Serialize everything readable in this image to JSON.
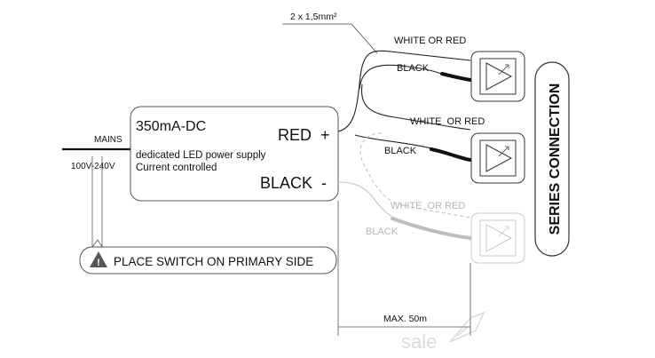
{
  "driver": {
    "current": "350mA-DC",
    "line1": "dedicated LED power supply",
    "line2": "Current controlled",
    "red_terminal": "RED  +",
    "black_terminal": "BLACK  -"
  },
  "mains": {
    "label": "MAINS",
    "voltage": "100V-240V"
  },
  "cable": {
    "spec": "2 x 1,5mm²"
  },
  "wires": {
    "led1_white_red": "WHITE OR RED",
    "led1_black": "BLACK",
    "led2_white_red": "WHITE  OR RED",
    "led2_black": "BLACK",
    "led3_white_red": "WHITE  OR RED",
    "led3_black": "BLACK"
  },
  "warning": {
    "text": "PLACE SWITCH ON PRIMARY SIDE",
    "icon": "warning-triangle-icon"
  },
  "series_label": "SERIES CONNECTION",
  "max_distance": "MAX. 50m",
  "watermark": "sale",
  "colors": {
    "line": "#222222",
    "faded": "#c4c4c4",
    "thick_wire": "#111111",
    "faded_thick_wire": "#bdbdbd"
  }
}
